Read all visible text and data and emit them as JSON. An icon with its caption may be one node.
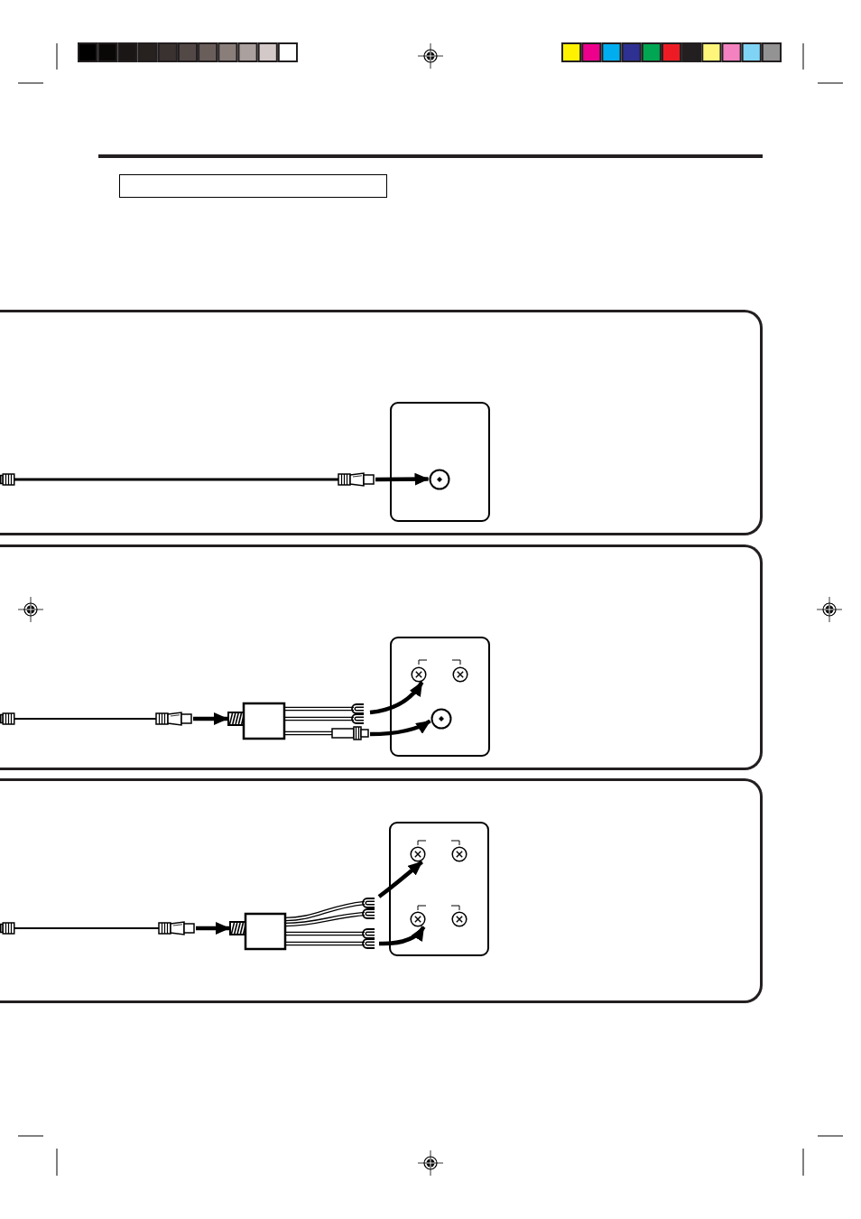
{
  "diagram": {
    "nodes": [
      {
        "text": [],
        "shape": "box"
      },
      {
        "text": [],
        "shape": "box"
      },
      {
        "text": [],
        "shape": "picture",
        "in": 1
      },
      {
        "text": [],
        "shape": "box",
        "in": 1
      },
      {
        "text": [],
        "shape": "circle",
        "in": 3
      },
      {
        "text": [],
        "shape": "box"
      },
      {
        "text": [],
        "shape": "picture",
        "in": 5
      },
      {
        "text": [],
        "shape": "picture",
        "in": 5
      },
      {
        "text": [],
        "shape": "box",
        "in": 5
      },
      {
        "text": [],
        "shape": "circle",
        "in": 8
      },
      {
        "text": [],
        "shape": "circle",
        "in": 8
      },
      {
        "text": [],
        "shape": "circle",
        "in": 8
      },
      {
        "text": [],
        "shape": "box"
      },
      {
        "text": [],
        "shape": "picture",
        "in": 12
      },
      {
        "text": [],
        "shape": "picture",
        "in": 12
      },
      {
        "text": [],
        "shape": "box",
        "in": 12
      },
      {
        "text": [],
        "shape": "circle",
        "in": 15
      },
      {
        "text": [],
        "shape": "circle",
        "in": 15
      },
      {
        "text": [],
        "shape": "circle",
        "in": 15
      },
      {
        "text": [],
        "shape": "circle",
        "in": 15
      }
    ],
    "edges": [
      {
        "from": 2,
        "to": 4,
        "arrow": "to"
      },
      {
        "from": 6,
        "to": 7,
        "arrow": "to"
      },
      {
        "from": 7,
        "to": 9,
        "arrow": "to"
      },
      {
        "from": 7,
        "to": 11,
        "arrow": "to"
      },
      {
        "from": 13,
        "to": 14,
        "arrow": "to"
      },
      {
        "from": 14,
        "to": 16,
        "arrow": "to"
      },
      {
        "from": 14,
        "to": 18,
        "arrow": "to"
      }
    ]
  }
}
